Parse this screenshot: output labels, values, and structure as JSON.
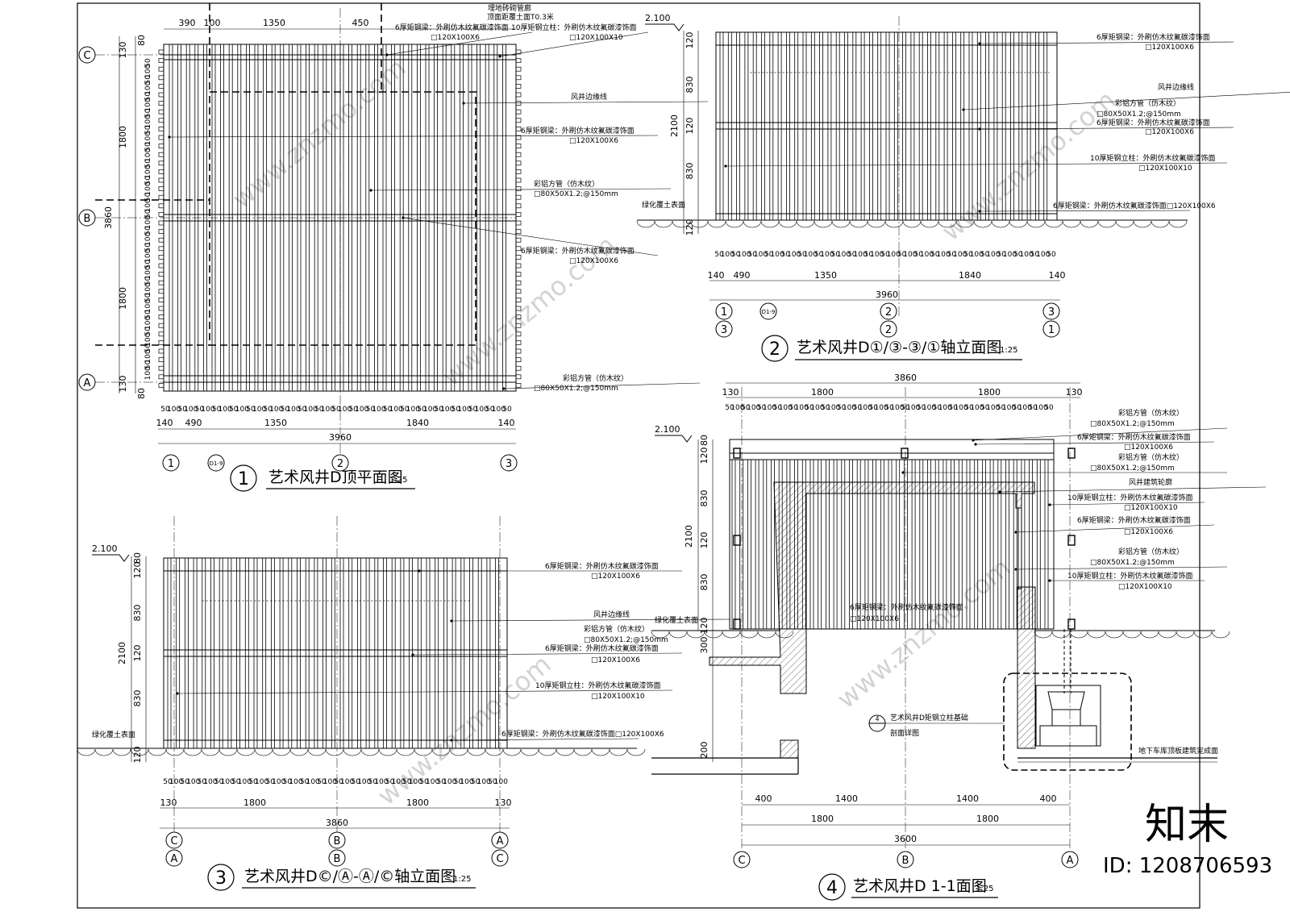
{
  "watermark": {
    "site": "www.znzmo.com",
    "brand": "知末",
    "id": "ID: 1208706593"
  },
  "view1": {
    "title": "艺术风井D顶平面图",
    "scale": "1:25",
    "num": "1",
    "axes_v": [
      "C",
      "B",
      "A"
    ],
    "axes_h": [
      "1",
      "D1-9",
      "2",
      "3"
    ],
    "top_dims": [
      "390",
      "100",
      "1350",
      "450"
    ],
    "left_dims": [
      "80",
      "130",
      "1800",
      "3860",
      "1800",
      "130",
      "80"
    ],
    "bottom_dims": [
      "140",
      "490",
      "1350",
      "1840",
      "140",
      "3960"
    ],
    "notes": [
      "埋地砖砌管廊",
      "顶面距覆土面T0.3米",
      "6厚矩钢梁：外刷仿木纹氟碳漆饰面",
      "□120X100X6",
      "10厚矩钢立柱：外刷仿木纹氟碳漆饰面",
      "□120X100X10",
      "风井边缘线",
      "6厚矩钢梁：外刷仿木纹氟碳漆饰面",
      "□120X100X6",
      "彩铝方管（仿木纹）",
      "□80X50X1.2;@150mm",
      "6厚矩钢梁：外刷仿木纹氟碳漆饰面",
      "□120X100X6",
      "彩铝方管（仿木纹）",
      "□80X50X1.2;@150mm"
    ]
  },
  "view2": {
    "title": "艺术风井D①/③-③/①轴立面图",
    "scale": "1:25",
    "num": "2",
    "level": "2.100",
    "ground": "绿化覆土表面",
    "left_dims": [
      "120",
      "830",
      "120",
      "2100",
      "830",
      "120"
    ],
    "bottom_dims": [
      "140",
      "490",
      "1350",
      "1840",
      "140",
      "3960"
    ],
    "axes_top": [
      "1",
      "D1-9",
      "2",
      "3"
    ],
    "axes_bot": [
      "3",
      "2",
      "1"
    ],
    "notes": [
      "6厚矩钢梁：外刷仿木纹氟碳漆饰面",
      "□120X100X6",
      "风井边缘线",
      "彩铝方管（仿木纹）",
      "□80X50X1.2;@150mm",
      "6厚矩钢梁：外刷仿木纹氟碳漆饰面",
      "□120X100X6",
      "10厚矩钢立柱：外刷仿木纹氟碳漆饰面",
      "□120X100X10",
      "6厚矩钢梁：外刷仿木纹氟碳漆饰面□120X100X6"
    ]
  },
  "view3": {
    "title": "艺术风井D©/Ⓐ-Ⓐ/©轴立面图",
    "scale": "1:25",
    "num": "3",
    "level": "2.100",
    "ground": "绿化覆土表面",
    "left_dims": [
      "80",
      "120",
      "830",
      "120",
      "2100",
      "830",
      "120"
    ],
    "bottom_dims": [
      "130",
      "1800",
      "1800",
      "130",
      "3860"
    ],
    "axes_top": [
      "C",
      "B",
      "A"
    ],
    "axes_bot": [
      "A",
      "B",
      "C"
    ],
    "notes": [
      "6厚矩钢梁：外刷仿木纹氟碳漆饰面",
      "□120X100X6",
      "风井边缘线",
      "彩铝方管（仿木纹）",
      "□80X50X1.2;@150mm",
      "6厚矩钢梁：外刷仿木纹氟碳漆饰面",
      "□120X100X6",
      "10厚矩钢立柱：外刷仿木纹氟碳漆饰面",
      "□120X100X10",
      "6厚矩钢梁：外刷仿木纹氟碳漆饰面□120X100X6"
    ]
  },
  "view4": {
    "title": "艺术风井D 1-1面图",
    "scale": "1:25",
    "num": "4",
    "level": "2.100",
    "ground": "绿化覆土表面",
    "slab": "地下车库顶板建筑完成面",
    "left_dims": [
      "80",
      "120",
      "830",
      "120",
      "2100",
      "830",
      "120",
      "300",
      "200"
    ],
    "top_dims": [
      "130",
      "1800",
      "1800",
      "130",
      "3860"
    ],
    "bottom_dims": [
      "400",
      "1400",
      "1400",
      "400",
      "1800",
      "1800",
      "3600"
    ],
    "axes": [
      "C",
      "B",
      "A"
    ],
    "detail_ref": "艺术风井D矩钢立柱基础",
    "detail_ref2": "剖面详图",
    "notes": [
      "彩铝方管（仿木纹）",
      "□80X50X1.2;@150mm",
      "6厚矩钢梁：外刷仿木纹氟碳漆饰面",
      "□120X100X6",
      "彩铝方管（仿木纹）",
      "□80X50X1.2;@150mm",
      "风井建筑轮廓",
      "10厚矩钢立柱：外刷仿木纹氟碳漆饰面",
      "□120X100X10",
      "6厚矩钢梁：外刷仿木纹氟碳漆饰面",
      "□120X100X6",
      "彩铝方管（仿木纹）",
      "□80X50X1.2;@150mm",
      "10厚矩钢立柱：外刷仿木纹氟碳漆饰面",
      "□120X100X10",
      "6厚矩钢梁：外刷仿木纹氟碳漆饰面",
      "□120X100X6"
    ]
  }
}
